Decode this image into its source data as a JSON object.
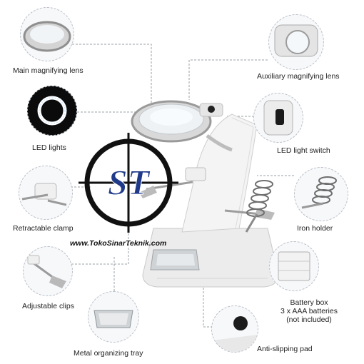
{
  "labels": {
    "main_lens": "Main magnifying lens",
    "aux_lens": "Auxiliary magnifying lens",
    "led_lights": "LED lights",
    "led_switch": "LED light switch",
    "clamp": "Retractable clamp",
    "iron_holder": "Iron holder",
    "clips": "Adjustable clips",
    "battery_box": "Battery box",
    "battery_spec": "3 x AAA batteries",
    "battery_note": "(not included)",
    "tray": "Metal organizing tray",
    "pad": "Anti-slipping pad"
  },
  "website": "www.TokoSinarTeknik.com",
  "logo_text": "ST",
  "colors": {
    "leader_line": "#9aa0a6",
    "logo_blue": "#1f3a8a",
    "ring_black": "#111111",
    "bubble_border": "#b9bfc7"
  }
}
